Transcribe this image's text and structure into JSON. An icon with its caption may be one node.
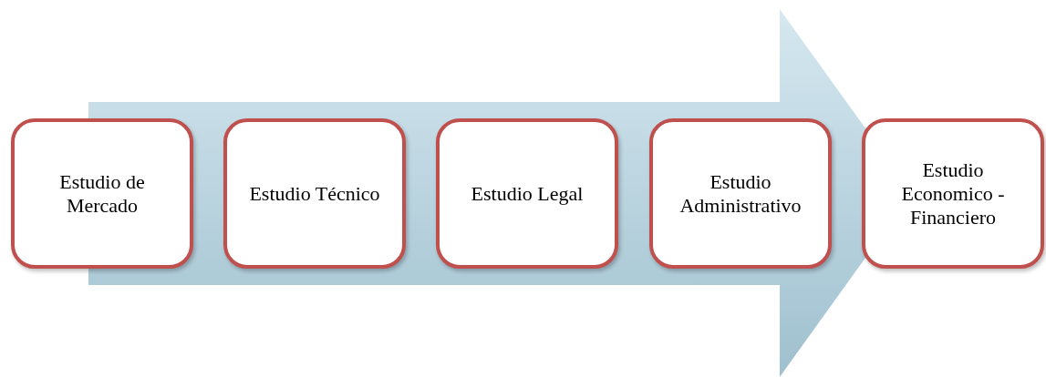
{
  "diagram": {
    "nodes": [
      {
        "text": [
          "Estudio de Mercado"
        ]
      },
      {
        "text": [
          "Estudio Técnico"
        ]
      },
      {
        "text": [
          "Estudio Legal"
        ]
      },
      {
        "text": [
          "Estudio Administrativo"
        ]
      },
      {
        "text": [
          "Estudio Economico - Financiero"
        ]
      }
    ]
  }
}
